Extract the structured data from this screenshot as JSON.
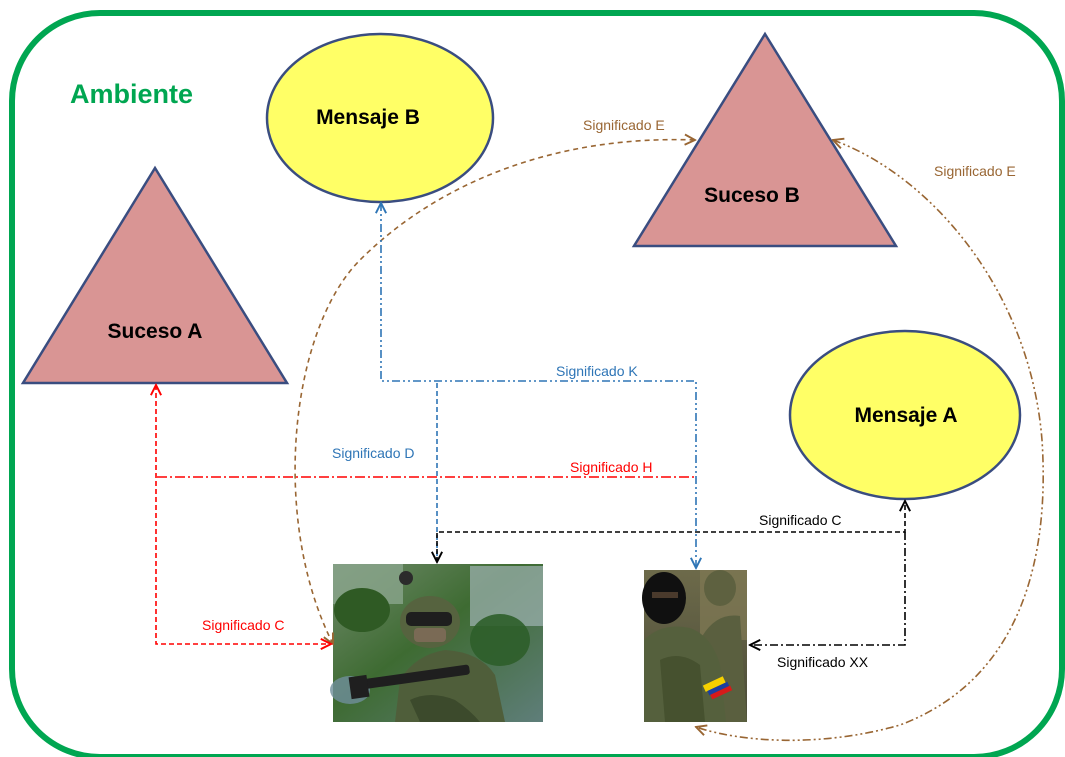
{
  "environment": {
    "label": "Ambiente",
    "border_color": "#00a651"
  },
  "nodes": {
    "suceso_a": {
      "label": "Suceso A",
      "shape": "triangle",
      "fill": "#d99594"
    },
    "suceso_b": {
      "label": "Suceso B",
      "shape": "triangle",
      "fill": "#d99594"
    },
    "mensaje_a": {
      "label": "Mensaje A",
      "shape": "ellipse",
      "fill": "#ffff66"
    },
    "mensaje_b": {
      "label": "Mensaje B",
      "shape": "ellipse",
      "fill": "#ffff66"
    },
    "soldier_photo": {
      "shape": "photo",
      "depicts": "soldier in camouflage with rifle"
    },
    "guerrilla_photo": {
      "shape": "photo",
      "depicts": "masked guerrilla fighter in camouflage with flag patch"
    }
  },
  "edges": {
    "e_upper": {
      "label": "Significado E",
      "color": "#996633"
    },
    "e_right": {
      "label": "Significado E",
      "color": "#996633"
    },
    "k": {
      "label": "Significado K",
      "color": "#2e75b6"
    },
    "d": {
      "label": "Significado D",
      "color": "#2e75b6"
    },
    "h": {
      "label": "Significado H",
      "color": "#ff0000"
    },
    "c_red": {
      "label": "Significado C",
      "color": "#ff0000"
    },
    "c_black": {
      "label": "Significado C",
      "color": "#000000"
    },
    "xx": {
      "label": "Significado XX",
      "color": "#000000"
    }
  }
}
